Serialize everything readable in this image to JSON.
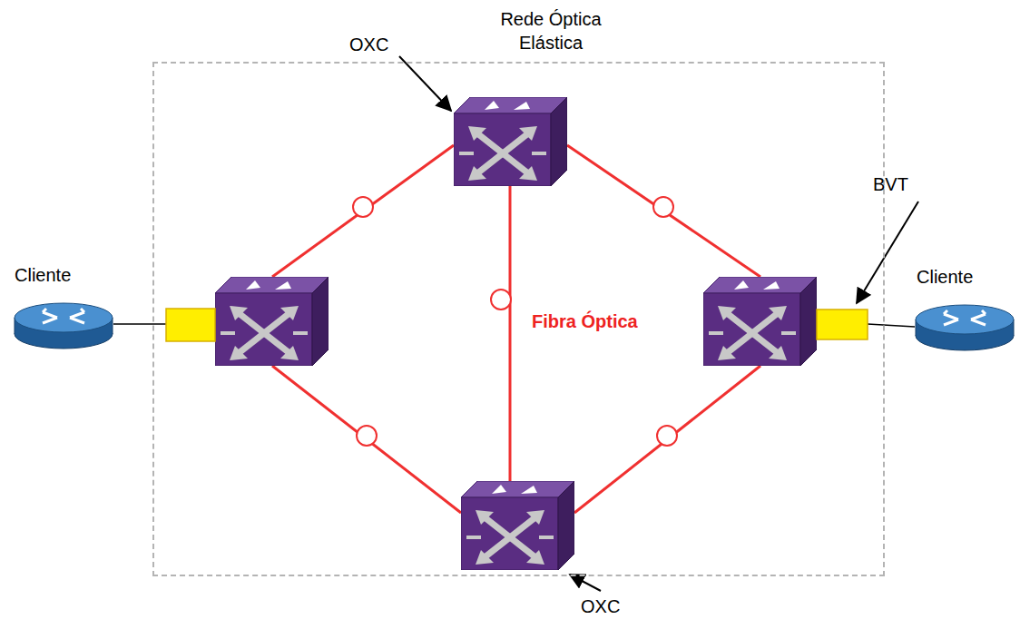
{
  "diagram": {
    "nodes": [
      {
        "text": [
          "Rede Óptica Elástica"
        ]
      },
      {
        "text": [
          "Cliente"
        ]
      },
      {
        "text": [
          "Cliente"
        ]
      }
    ],
    "labels": [
      "OXC",
      "OXC",
      "BVT",
      "Fibra Óptica"
    ]
  }
}
